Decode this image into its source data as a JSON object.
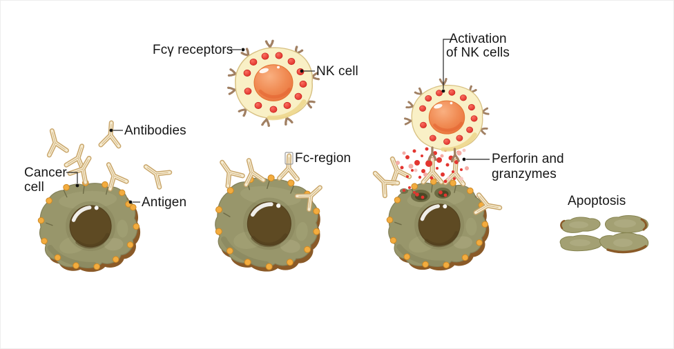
{
  "figure_labels": {
    "fcy_receptors": "Fcγ receptors",
    "nk_cell": "NK cell",
    "antibodies": "Antibodies",
    "cancer_cell": [
      "Cancer",
      "cell"
    ],
    "antigen": "Antigen",
    "fc_region": "Fc-region",
    "activation": [
      "Activation",
      "of NK cells"
    ],
    "perforin": [
      "Perforin and",
      "granzymes"
    ],
    "apoptosis": "Apoptosis"
  },
  "colors": {
    "background": "#ffffff",
    "label_text": "#161616",
    "nk_body": "#F9F0C6",
    "nk_rim": "#D8C184",
    "nk_nucleus_orange": "#F08A52",
    "granule_red": "#E43530",
    "receptor_tan": "#A18063",
    "cancer_body_olive": "#98966B",
    "cancer_membrane_brown": "#8A5A28",
    "cancer_nucleus_brown": "#5E4A23",
    "antigen_orange": "#F3AC3F",
    "antibody_fill": "#F6ECD2",
    "antibody_outline": "#C9A66B",
    "perforin_pink": "#F4ABA4"
  }
}
